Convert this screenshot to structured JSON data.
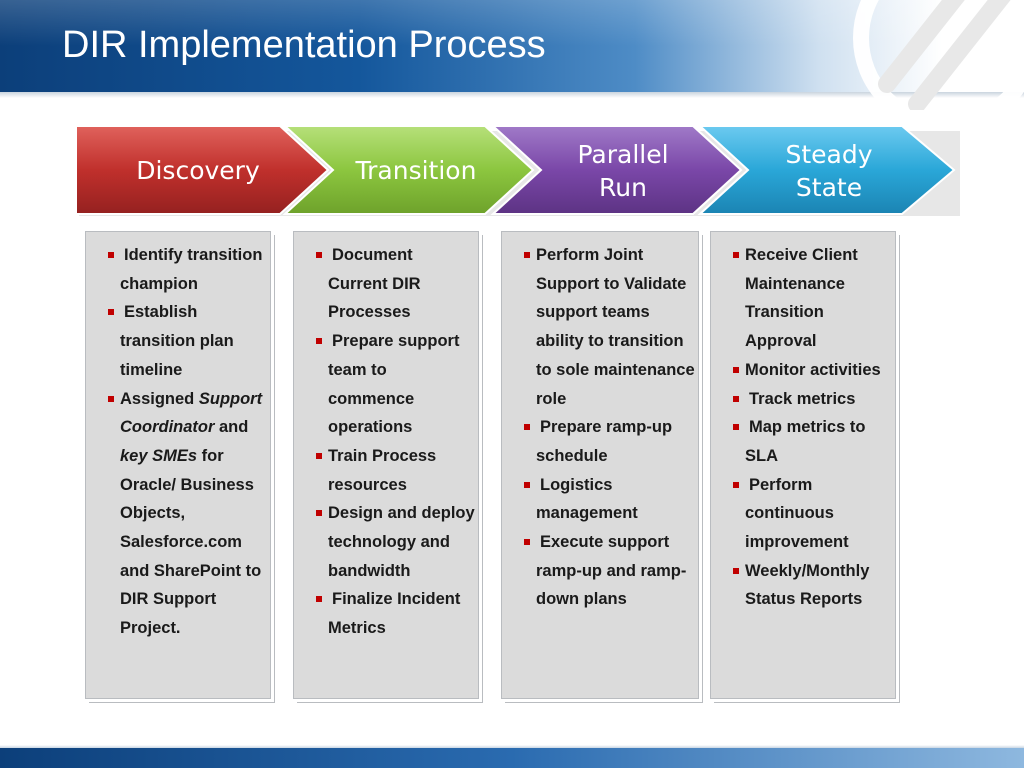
{
  "slide": {
    "title": "DIR Implementation Process"
  },
  "colors": {
    "header_dark": "#0c3f7a",
    "header_mid": "#14579c",
    "discovery": "#c0302c",
    "transition": "#8cc63f",
    "parallel_run": "#7a47a8",
    "steady_state": "#2aa7d8",
    "bullet": "#c00000",
    "box_bg": "#dbdbdb"
  },
  "phases": [
    {
      "label": "Discovery"
    },
    {
      "label": "Transition"
    },
    {
      "label_line1": "Parallel",
      "label_line2": "Run"
    },
    {
      "label_line1": "Steady",
      "label_line2": "State"
    }
  ],
  "columns": {
    "discovery": {
      "bullets": [
        "Identify transition champion",
        "Establish transition plan timeline"
      ],
      "assigned": {
        "t1": "Assigned ",
        "t2": "Support Coordinator",
        "t3": " and ",
        "t4": "key SMEs",
        "t5": " for Oracle/ Business Objects, Salesforce.com and SharePoint to DIR Support Project."
      }
    },
    "transition": {
      "bullets": [
        "Document Current DIR Processes",
        "Prepare support team to commence operations",
        "Train Process resources",
        "Design and deploy technology and bandwidth",
        "Finalize Incident Metrics"
      ]
    },
    "parallel_run": {
      "bullets": [
        "Perform Joint Support to Validate support teams ability to transition to sole maintenance role",
        "Prepare ramp-up schedule",
        "Logistics management",
        "Execute support ramp-up and ramp-down plans"
      ]
    },
    "steady_state": {
      "bullets": [
        "Receive Client Maintenance Transition Approval",
        "Monitor activities",
        "Track metrics",
        "Map metrics to SLA",
        "Perform continuous improvement",
        "Weekly/Monthly Status Reports"
      ]
    }
  }
}
